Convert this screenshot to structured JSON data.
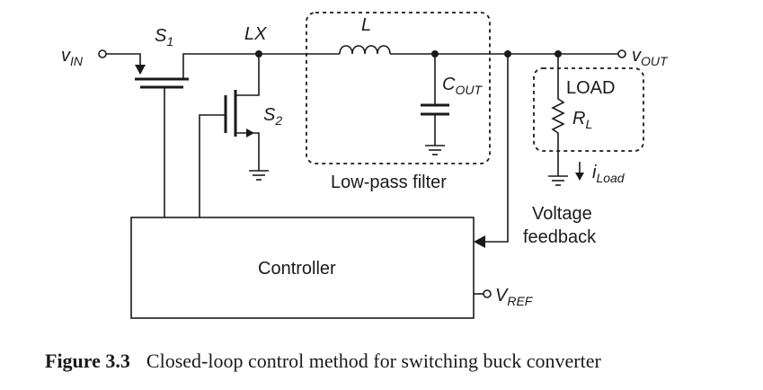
{
  "labels": {
    "vin_main": "v",
    "vin_sub": "IN",
    "s1_main": "S",
    "s1_sub": "1",
    "s2_main": "S",
    "s2_sub": "2",
    "lx": "LX",
    "inductor": "L",
    "cout_main": "C",
    "cout_sub": "OUT",
    "vout_main": "v",
    "vout_sub": "OUT",
    "load": "LOAD",
    "rl_main": "R",
    "rl_sub": "L",
    "iload_main": "i",
    "iload_sub": "Load",
    "filter": "Low-pass filter",
    "feedback_line1": "Voltage",
    "feedback_line2": "feedback",
    "controller": "Controller",
    "vref_main": "V",
    "vref_sub": "REF"
  },
  "caption": {
    "number": "Figure 3.3",
    "text": "Closed-loop control method for switching buck converter"
  }
}
